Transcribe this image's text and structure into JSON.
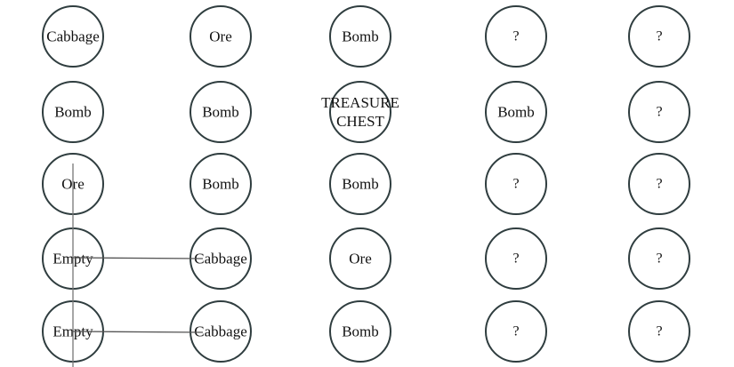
{
  "board": {
    "rows": [
      [
        {
          "label": "Cabbage",
          "kind": "revealed"
        },
        {
          "label": "Ore",
          "kind": "revealed"
        },
        {
          "label": "Bomb",
          "kind": "revealed"
        },
        {
          "label": "?",
          "kind": "hidden"
        },
        {
          "label": "?",
          "kind": "hidden"
        }
      ],
      [
        {
          "label": "Bomb",
          "kind": "revealed"
        },
        {
          "label": "Bomb",
          "kind": "revealed"
        },
        {
          "label": "TREASURE CHEST",
          "kind": "treasure"
        },
        {
          "label": "Bomb",
          "kind": "revealed"
        },
        {
          "label": "?",
          "kind": "hidden"
        }
      ],
      [
        {
          "label": "Ore",
          "kind": "revealed"
        },
        {
          "label": "Bomb",
          "kind": "revealed"
        },
        {
          "label": "Bomb",
          "kind": "revealed"
        },
        {
          "label": "?",
          "kind": "hidden"
        },
        {
          "label": "?",
          "kind": "hidden"
        }
      ],
      [
        {
          "label": "Empty",
          "kind": "revealed"
        },
        {
          "label": "Cabbage",
          "kind": "revealed"
        },
        {
          "label": "Ore",
          "kind": "revealed"
        },
        {
          "label": "?",
          "kind": "hidden"
        },
        {
          "label": "?",
          "kind": "hidden"
        }
      ],
      [
        {
          "label": "Empty",
          "kind": "revealed"
        },
        {
          "label": "Cabbage",
          "kind": "revealed"
        },
        {
          "label": "Bomb",
          "kind": "revealed"
        },
        {
          "label": "?",
          "kind": "hidden"
        },
        {
          "label": "?",
          "kind": "hidden"
        }
      ]
    ]
  },
  "colors": {
    "circle_stroke": "#2f3d3f",
    "text": "#111111",
    "line": "#777777",
    "background": "#ffffff"
  }
}
